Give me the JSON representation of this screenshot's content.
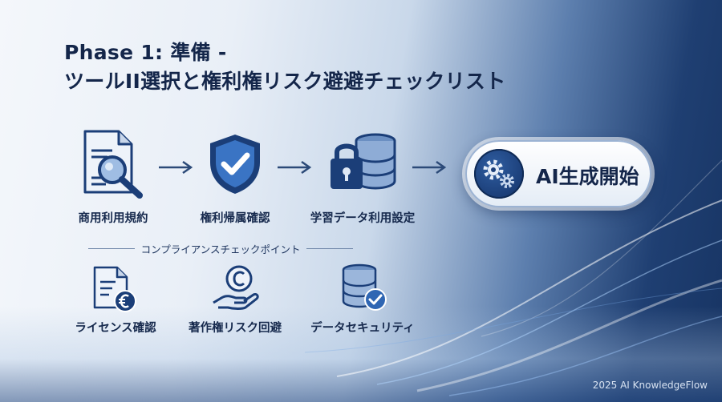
{
  "title": {
    "line1": "Phase 1: 準備 -",
    "line2": "ツールII選択と権利権リスク避避チェックリスト"
  },
  "steps": [
    {
      "label": "商用利用規約",
      "icon": "document-search-icon"
    },
    {
      "label": "権利帰属確認",
      "icon": "shield-check-icon"
    },
    {
      "label": "学習データ利用設定",
      "icon": "lock-database-icon"
    }
  ],
  "cta": {
    "label": "AI生成開始",
    "icon": "gears-icon"
  },
  "compliance": {
    "header": "コンプライアンスチェックポイント",
    "items": [
      {
        "label": "ライセンス確認",
        "icon": "license-document-icon"
      },
      {
        "label": "著作権リスク回避",
        "icon": "copyright-hand-icon"
      },
      {
        "label": "データセキュリティ",
        "icon": "database-check-icon"
      }
    ]
  },
  "footer": "2025 AI KnowledgeFlow",
  "colors": {
    "navy": "#1b3e78",
    "accent": "#3a74c4",
    "text": "#14264a"
  }
}
